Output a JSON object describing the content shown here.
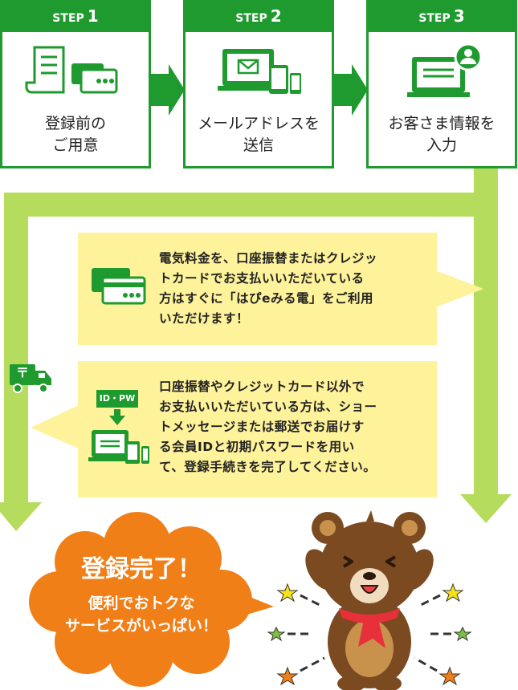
{
  "steps": [
    {
      "step_word": "STEP",
      "num": "1",
      "label_line1": "登録前の",
      "label_line2": "ご用意",
      "icon": "document-card-icon"
    },
    {
      "step_word": "STEP",
      "num": "2",
      "label_line1": "メールアドレスを",
      "label_line2": "送信",
      "icon": "devices-mail-icon"
    },
    {
      "step_word": "STEP",
      "num": "3",
      "label_line1": "お客さま情報を",
      "label_line2": "入力",
      "icon": "monitor-user-icon"
    }
  ],
  "box1": {
    "lines": [
      "電気料金を、口座振替またはクレジッ",
      "トカードでお支払いいただいている",
      "方はすぐに「はぴeみる電」をご利用",
      "いただけます！"
    ],
    "icon": "credit-card-icon"
  },
  "box2": {
    "lines": [
      "口座振替やクレジットカード以外で",
      "お支払いいただいている方は、ショー",
      "トメッセージまたは郵送でお届けす",
      "る会員IDと初期パスワードを用い",
      "て、登録手続きを完了してください。"
    ],
    "badge": "ID・PW",
    "icon": "devices-id-icon"
  },
  "truck": {
    "mark": "〒",
    "icon": "mail-truck-icon"
  },
  "complete": {
    "title": "登録完了！",
    "sub_line1": "便利でおトクな",
    "sub_line2": "サービスがいっぱい！"
  },
  "colors": {
    "green": "#1e9a2e",
    "lightgreen": "#b5dc5c",
    "yellow": "#fef29b",
    "orange": "#f07f18",
    "bear": "#7b4a21"
  }
}
